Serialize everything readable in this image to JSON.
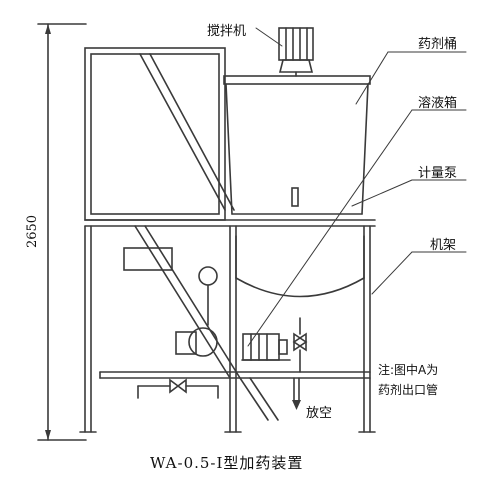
{
  "labels": {
    "mixer": "搅拌机",
    "drug_tank": "药剂桶",
    "solution_tank": "溶液箱",
    "metering_pump": "计量泵",
    "frame": "机架",
    "vent": "放空"
  },
  "dimension": "2650",
  "note": {
    "line1": "注:图中A为",
    "line2": "药剂出口管"
  },
  "caption": "WA-0.5-Ⅰ型加药装置"
}
